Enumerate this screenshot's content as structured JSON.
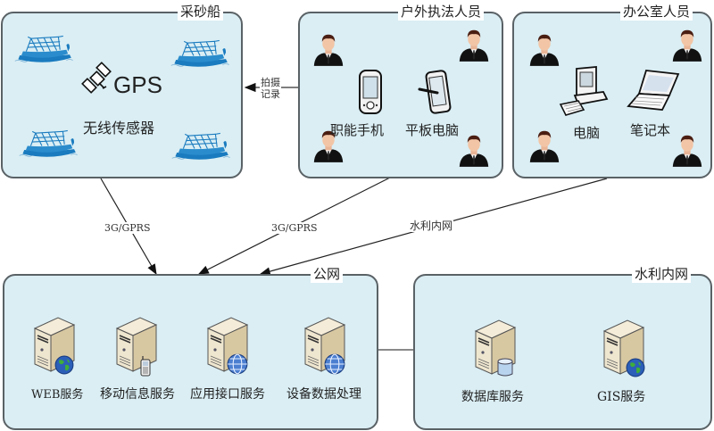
{
  "groups": {
    "sand_boats": {
      "title": "采砂船",
      "gps_label": "GPS",
      "sensor_label": "无线传感器"
    },
    "field_staff": {
      "title": "户外执法人员",
      "phone_label": "职能手机",
      "tablet_label": "平板电脑"
    },
    "office_staff": {
      "title": "办公室人员",
      "pc_label": "电脑",
      "laptop_label": "笔记本"
    },
    "public_net": {
      "title": "公网",
      "servers": [
        {
          "label": "WEB服务",
          "badge": "globe"
        },
        {
          "label": "移动信息服务",
          "badge": "phone"
        },
        {
          "label": "应用接口服务",
          "badge": "network-globe"
        },
        {
          "label": "设备数据处理",
          "badge": "network-globe"
        }
      ]
    },
    "water_net": {
      "title": "水利内网",
      "servers": [
        {
          "label": "数据库服务",
          "badge": "database"
        },
        {
          "label": "GIS服务",
          "badge": "globe"
        }
      ]
    }
  },
  "edges": {
    "capture_record": "拍摄\n记录",
    "capture_line1": "拍摄",
    "capture_line2": "记录",
    "boats_to_public": "3G/GPRS",
    "field_to_public": "3G/GPRS",
    "office_to_public": "水利内网"
  },
  "colors": {
    "box_fill": "#daeef4",
    "box_border": "#5a6266",
    "boat_blue": "#1a7bbf",
    "server_beige": "#e9dcc0"
  }
}
